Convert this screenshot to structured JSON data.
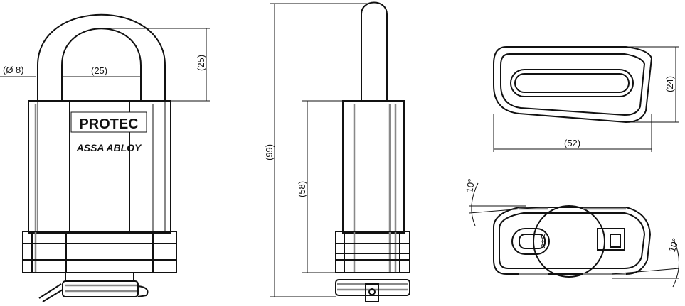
{
  "brand": {
    "name": "ABLOY",
    "name_shown": "PROTEC",
    "sub": "ASSA ABLOY"
  },
  "dimensions": {
    "shackle_diameter": "(Ø 8)",
    "shackle_inner_width": "(25)",
    "shackle_clearance": "(25)",
    "total_height": "(99)",
    "body_height": "(58)",
    "width": "(52)",
    "depth": "(24)",
    "angle_left": "10°",
    "angle_right": "10°"
  }
}
